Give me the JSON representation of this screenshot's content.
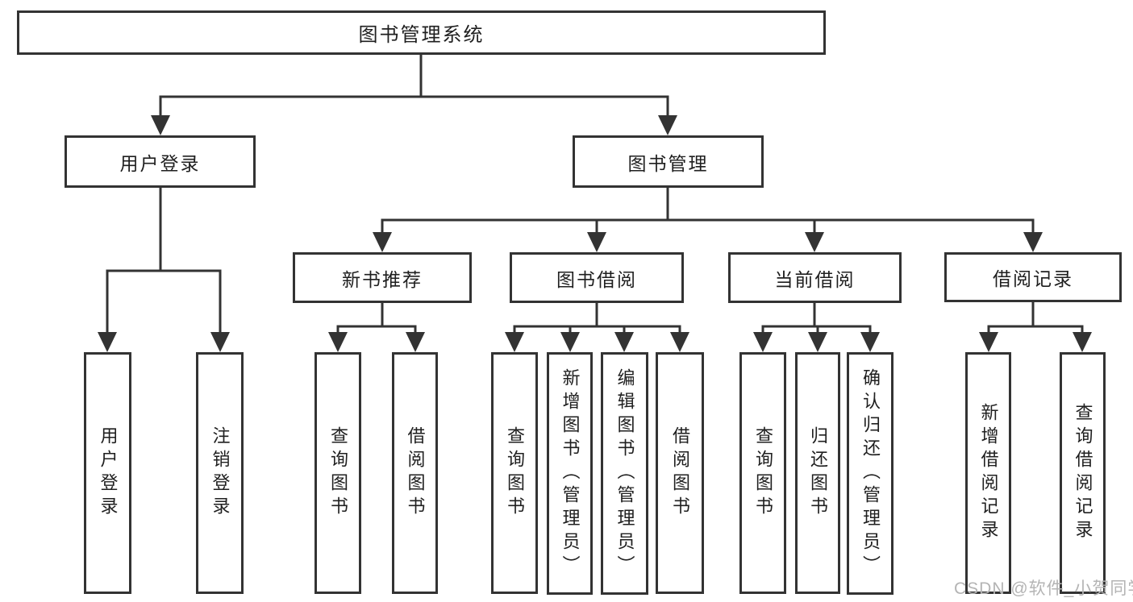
{
  "diagram": {
    "root": {
      "label": "图书管理系统",
      "children": [
        {
          "label": "用户登录",
          "children": [
            {
              "label": "用户登录"
            },
            {
              "label": "注销登录"
            }
          ]
        },
        {
          "label": "图书管理",
          "children": [
            {
              "label": "新书推荐",
              "children": [
                {
                  "label": "查询图书"
                },
                {
                  "label": "借阅图书"
                }
              ]
            },
            {
              "label": "图书借阅",
              "children": [
                {
                  "label": "查询图书"
                },
                {
                  "label": "新增图书（管理员）"
                },
                {
                  "label": "编辑图书（管理员）"
                },
                {
                  "label": "借阅图书"
                }
              ]
            },
            {
              "label": "当前借阅",
              "children": [
                {
                  "label": "查询图书"
                },
                {
                  "label": "归还图书"
                },
                {
                  "label": "确认归还（管理员）"
                }
              ]
            },
            {
              "label": "借阅记录",
              "children": [
                {
                  "label": "新增借阅记录"
                },
                {
                  "label": "查询借阅记录"
                }
              ]
            }
          ]
        }
      ]
    }
  },
  "watermark": {
    "text": "CSDN @软件_小贺同学"
  },
  "colors": {
    "line": "#333333",
    "text": "#1f1f1f",
    "box_background": "#ffffff",
    "page_background": "#ffffff",
    "watermark": "#b4b4b4"
  }
}
